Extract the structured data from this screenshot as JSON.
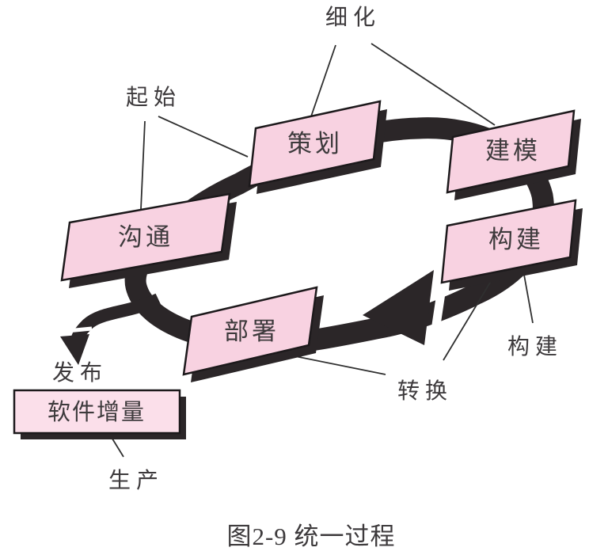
{
  "figure": {
    "caption": "图2-9  统一过程",
    "boxes": {
      "communication": "沟通",
      "planning": "策划",
      "modeling": "建模",
      "construction": "构建",
      "deployment": "部署",
      "software_increment": "软件增量"
    },
    "phase_labels": {
      "inception": "起始",
      "elaboration": "细化",
      "construction": "构建",
      "transition": "转换",
      "release": "发布",
      "production": "生产"
    },
    "colors": {
      "background": "#ffffff",
      "box_fill": "#f8d2e1",
      "increment_fill": "#fbdfea",
      "box_border": "#1c191b",
      "band": "#2b2628",
      "text": "#3d3a3c",
      "leader_line": "#2f2f2f"
    }
  }
}
